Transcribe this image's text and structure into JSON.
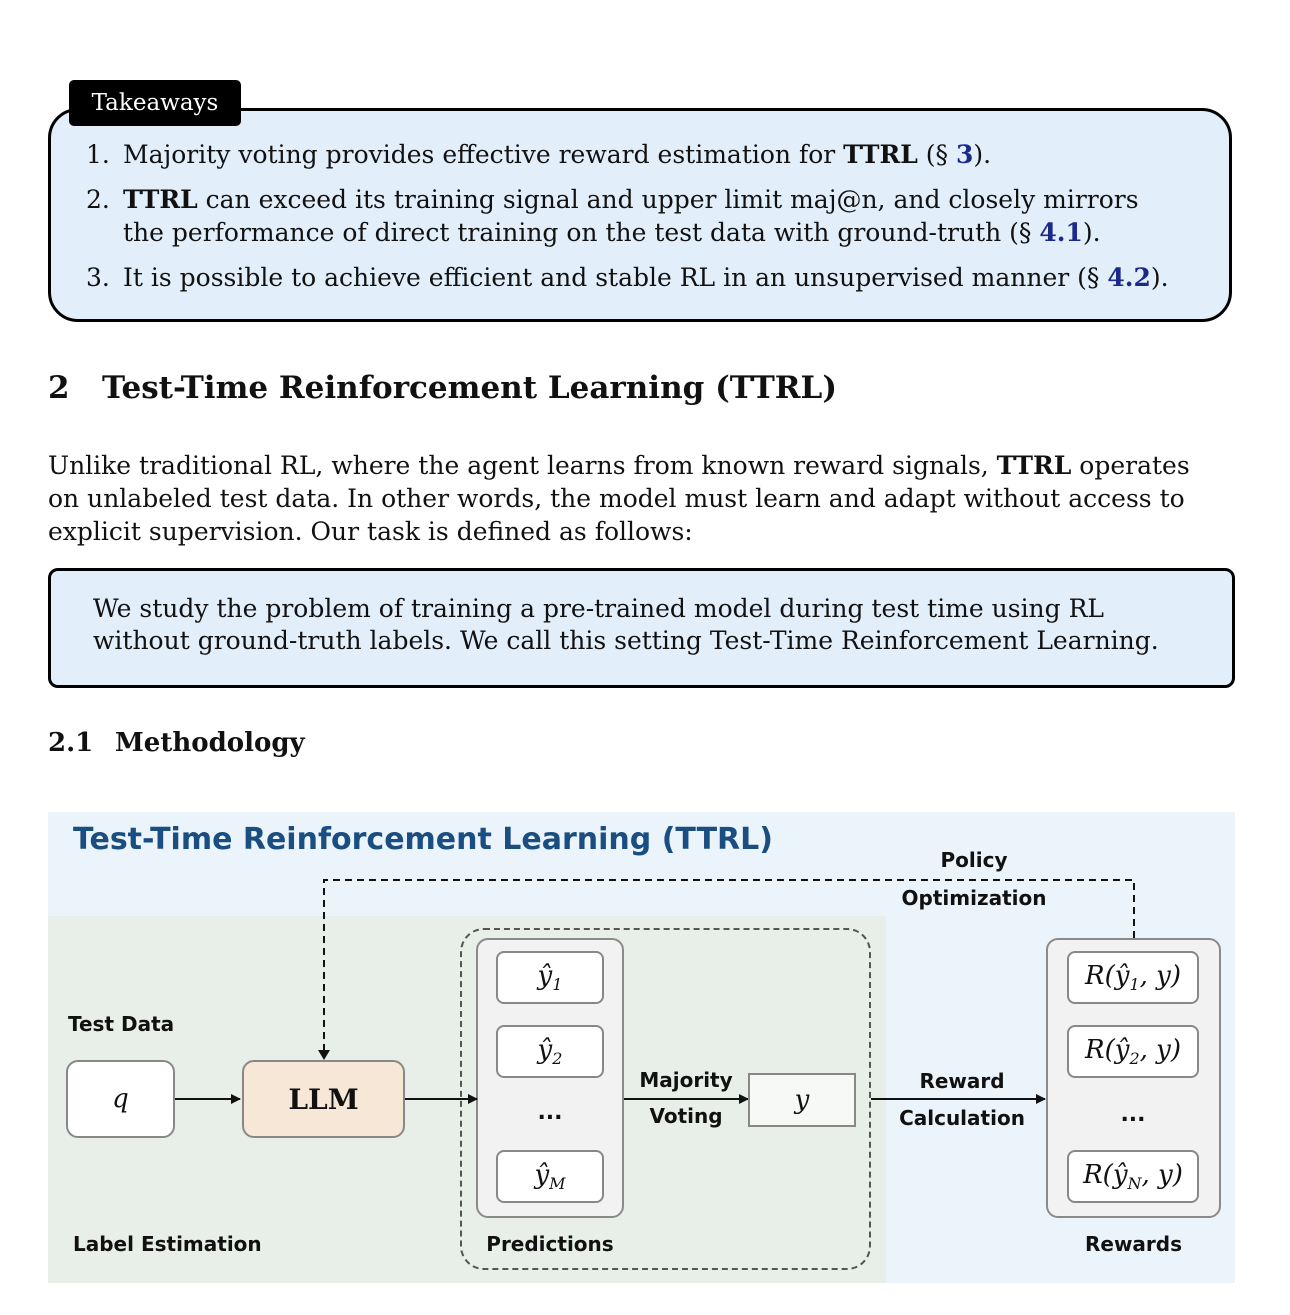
{
  "takeaways": {
    "tab_label": "Takeaways",
    "items": [
      {
        "number": "1.",
        "lines": [
          {
            "before": "Majority voting provides effective reward estimation for ",
            "bold": "TTRL",
            "mid": " (§ ",
            "link": "3",
            "after": ")."
          }
        ]
      },
      {
        "number": "2.",
        "lines": [
          {
            "bold": "TTRL",
            "after": " can exceed its training signal and upper limit maj@n, and closely mirrors"
          },
          {
            "before": "the performance of direct training on the test data with ground-truth (§ ",
            "link": "4.1",
            "after": ")."
          }
        ]
      },
      {
        "number": "3.",
        "lines": [
          {
            "before": "It is possible to achieve efficient and stable RL in an unsupervised manner (§ ",
            "link": "4.2",
            "after": ")."
          }
        ]
      }
    ]
  },
  "section": {
    "number": "2",
    "title": "Test-Time Reinforcement Learning (TTRL)"
  },
  "intro": {
    "line1_before": "Unlike traditional RL, where the agent learns from known reward signals, ",
    "line1_bold": "TTRL",
    "line1_after": " operates",
    "line2": "on unlabeled test data. In other words, the model must learn and adapt without access to",
    "line3": "explicit supervision. Our task is defined as follows:"
  },
  "definition": {
    "line1": "We study the problem of training a pre-trained model during test time using RL",
    "line2": "without ground-truth labels. We call this setting Test-Time Reinforcement Learning."
  },
  "subsection": {
    "number": "2.1",
    "title": "Methodology"
  },
  "figure": {
    "title": "Test-Time Reinforcement Learning (TTRL)",
    "policy_line1": "Policy",
    "policy_line2": "Optimization",
    "test_data_label": "Test Data",
    "query_symbol": "q",
    "llm_label": "LLM",
    "predictions": [
      {
        "base": "ŷ",
        "sub": "1"
      },
      {
        "base": "ŷ",
        "sub": "2"
      },
      {
        "ellipsis": "..."
      },
      {
        "base": "ŷ",
        "sub": "M"
      }
    ],
    "majority_line1": "Majority",
    "majority_line2": "Voting",
    "label_symbol": "y",
    "reward_line1": "Reward",
    "reward_line2": "Calculation",
    "rewards": [
      {
        "pre": "R(",
        "base": "ŷ",
        "sub": "1",
        "post": ", y)"
      },
      {
        "pre": "R(",
        "base": "ŷ",
        "sub": "2",
        "post": ", y)"
      },
      {
        "ellipsis": "..."
      },
      {
        "pre": "R(",
        "base": "ŷ",
        "sub": "N",
        "post": ", y)"
      }
    ],
    "label_estimation_label": "Label Estimation",
    "predictions_label": "Predictions",
    "rewards_label": "Rewards",
    "colors": {
      "title": "#1a4d80",
      "llm_fill": "#f6e7d6",
      "outer_bg": "#ebf3fb",
      "region_bg": "#e7efe8"
    }
  }
}
